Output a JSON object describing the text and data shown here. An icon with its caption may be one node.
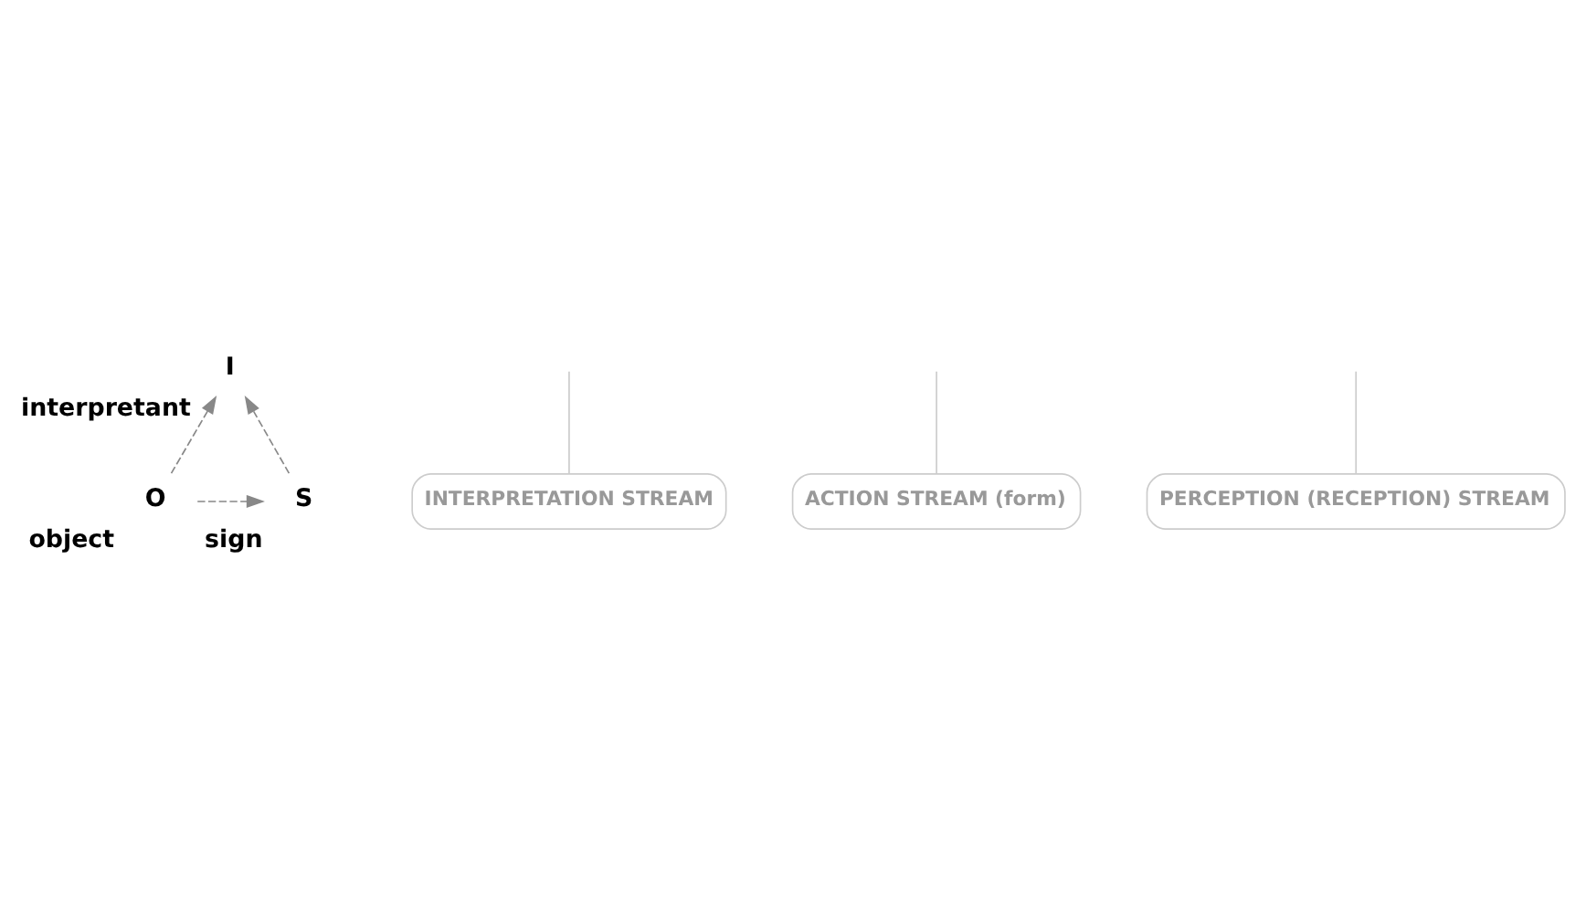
{
  "diagram": {
    "nodes": [
      {
        "text": [
          "I"
        ],
        "beside": [
          "interpretant"
        ]
      },
      {
        "text": [
          "S"
        ],
        "beside": [
          "sign"
        ]
      },
      {
        "text": [
          "O"
        ],
        "beside": [
          "object"
        ]
      },
      {
        "text": [
          "INTERPRETATION STREAM"
        ]
      },
      {
        "text": [
          "ACTION STREAM (form)"
        ]
      },
      {
        "text": [
          "PERCEPTION (RECEPTION) STREAM"
        ]
      }
    ],
    "edges": [
      {
        "from": 1,
        "to": 0,
        "arrow": "to",
        "style": "dashed"
      },
      {
        "from": 2,
        "to": 0,
        "arrow": "to",
        "style": "dashed"
      },
      {
        "from": 2,
        "to": 1,
        "arrow": "to",
        "style": "dashed"
      },
      {
        "from": 3,
        "to": null,
        "arrow": "none",
        "color": "#cccccc"
      },
      {
        "from": 4,
        "to": null,
        "arrow": "none",
        "color": "#cccccc"
      },
      {
        "from": 5,
        "to": null,
        "arrow": "none",
        "color": "#cccccc"
      }
    ]
  }
}
